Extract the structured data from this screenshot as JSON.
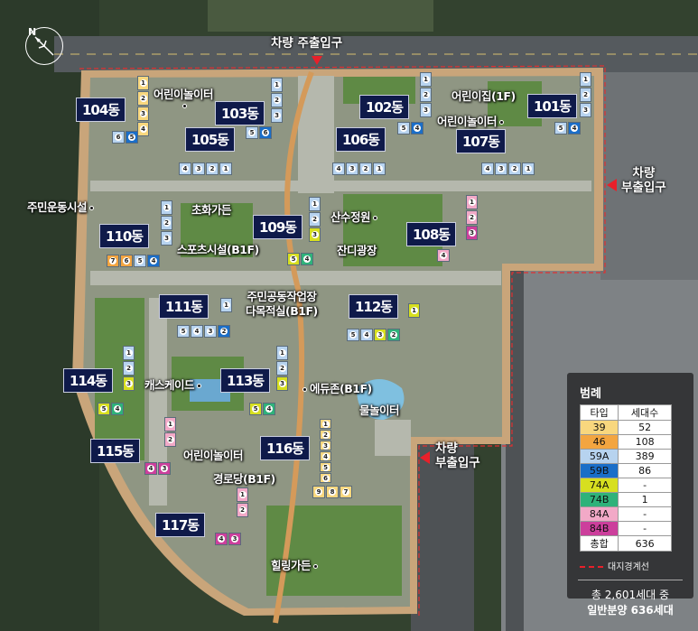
{
  "compass": {
    "label": "N"
  },
  "entrances": {
    "main": "차량 주출입구",
    "sub_east": [
      "차량",
      "부출입구"
    ],
    "sub_south": [
      "차량",
      "부출입구"
    ]
  },
  "type_colors": {
    "39": "#f8d77e",
    "46": "#f3a540",
    "59A": "#b7d3ef",
    "59B": "#1a6ec8",
    "74A": "#d7df1f",
    "74B": "#2fb27a",
    "84A": "#f2a9c7",
    "84B": "#cc3f9c"
  },
  "buildings": [
    {
      "id": "104",
      "label": "104동",
      "units": [
        [
          "1",
          "39"
        ],
        [
          "2",
          "39"
        ],
        [
          "3",
          "39"
        ],
        [
          "4",
          "39"
        ],
        [
          "6",
          "59A"
        ],
        [
          "5",
          "59B"
        ]
      ]
    },
    {
      "id": "103",
      "label": "103동",
      "units": [
        [
          "1",
          "59A"
        ],
        [
          "2",
          "59A"
        ],
        [
          "3",
          "59A"
        ],
        [
          "5",
          "59A"
        ],
        [
          "6",
          "59B"
        ]
      ]
    },
    {
      "id": "105",
      "label": "105동",
      "units": [
        [
          "4",
          "59A"
        ],
        [
          "3",
          "59A"
        ],
        [
          "2",
          "59A"
        ],
        [
          "1",
          "59A"
        ]
      ]
    },
    {
      "id": "102",
      "label": "102동",
      "units": [
        [
          "1",
          "59A"
        ],
        [
          "2",
          "59A"
        ],
        [
          "3",
          "59A"
        ],
        [
          "5",
          "59A"
        ],
        [
          "4",
          "59B"
        ]
      ]
    },
    {
      "id": "101",
      "label": "101동",
      "units": [
        [
          "1",
          "59A"
        ],
        [
          "2",
          "59A"
        ],
        [
          "3",
          "59A"
        ],
        [
          "5",
          "59A"
        ],
        [
          "4",
          "59B"
        ]
      ]
    },
    {
      "id": "106",
      "label": "106동",
      "units": [
        [
          "4",
          "59A"
        ],
        [
          "3",
          "59A"
        ],
        [
          "2",
          "59A"
        ],
        [
          "1",
          "59A"
        ]
      ]
    },
    {
      "id": "107",
      "label": "107동",
      "units": [
        [
          "4",
          "59A"
        ],
        [
          "3",
          "59A"
        ],
        [
          "2",
          "59A"
        ],
        [
          "1",
          "59A"
        ]
      ]
    },
    {
      "id": "110",
      "label": "110동",
      "units": [
        [
          "1",
          "59A"
        ],
        [
          "2",
          "59A"
        ],
        [
          "3",
          "59A"
        ],
        [
          "7",
          "46"
        ],
        [
          "6",
          "46"
        ],
        [
          "5",
          "59A"
        ],
        [
          "4",
          "59B"
        ]
      ]
    },
    {
      "id": "109",
      "label": "109동",
      "units": [
        [
          "1",
          "59A"
        ],
        [
          "2",
          "59A"
        ],
        [
          "3",
          "74A"
        ],
        [
          "5",
          "74A"
        ],
        [
          "4",
          "74B"
        ]
      ]
    },
    {
      "id": "108",
      "label": "108동",
      "units": [
        [
          "1",
          "84A"
        ],
        [
          "2",
          "84A"
        ],
        [
          "3",
          "84B"
        ],
        [
          "4",
          "84A"
        ]
      ]
    },
    {
      "id": "111",
      "label": "111동",
      "units": [
        [
          "1",
          "59A"
        ],
        [
          "5",
          "59A"
        ],
        [
          "4",
          "59A"
        ],
        [
          "3",
          "59A"
        ],
        [
          "2",
          "59B"
        ]
      ]
    },
    {
      "id": "112",
      "label": "112동",
      "units": [
        [
          "1",
          "74A"
        ],
        [
          "5",
          "59A"
        ],
        [
          "4",
          "59A"
        ],
        [
          "3",
          "74A"
        ],
        [
          "2",
          "74B"
        ]
      ]
    },
    {
      "id": "114",
      "label": "114동",
      "units": [
        [
          "1",
          "59A"
        ],
        [
          "2",
          "59A"
        ],
        [
          "3",
          "74A"
        ],
        [
          "5",
          "74A"
        ],
        [
          "4",
          "74B"
        ]
      ]
    },
    {
      "id": "113",
      "label": "113동",
      "units": [
        [
          "1",
          "59A"
        ],
        [
          "2",
          "59A"
        ],
        [
          "3",
          "74A"
        ],
        [
          "5",
          "74A"
        ],
        [
          "4",
          "74B"
        ]
      ]
    },
    {
      "id": "115",
      "label": "115동",
      "units": [
        [
          "1",
          "84A"
        ],
        [
          "2",
          "84A"
        ],
        [
          "4",
          "84B"
        ],
        [
          "3",
          "84B"
        ]
      ]
    },
    {
      "id": "116",
      "label": "116동",
      "units": [
        [
          "1",
          "39"
        ],
        [
          "2",
          "39"
        ],
        [
          "3",
          "39"
        ],
        [
          "4",
          "39"
        ],
        [
          "5",
          "39"
        ],
        [
          "6",
          "39"
        ],
        [
          "9",
          "39"
        ],
        [
          "8",
          "39"
        ],
        [
          "7",
          "39"
        ]
      ]
    },
    {
      "id": "117",
      "label": "117동",
      "units": [
        [
          "1",
          "84A"
        ],
        [
          "2",
          "84A"
        ],
        [
          "4",
          "84B"
        ],
        [
          "3",
          "84B"
        ]
      ]
    }
  ],
  "facilities": {
    "playground_north": "어린이놀이터",
    "daycare": "어린이집(1F)",
    "playground_east": "어린이놀이터",
    "fitness": "주민운동시설",
    "flower_garden": "초화가든",
    "sports": "스포츠시설(B1F)",
    "water_garden": "산수정원",
    "lawn_plaza": "잔디광장",
    "workshop": "주민공동작업장",
    "multipurpose": "다목적실(B1F)",
    "cascade": "캐스케이드",
    "eduzone": "에듀존(B1F)",
    "water_play": "물놀이터",
    "playground_south": "어린이놀이터",
    "senior_center": "경로당(B1F)",
    "healing_garden": "힐링가든"
  },
  "legend": {
    "title": "범례",
    "headers": [
      "타입",
      "세대수"
    ],
    "rows": [
      {
        "type": "39",
        "count": "52",
        "color": "#f8d77e"
      },
      {
        "type": "46",
        "count": "108",
        "color": "#f3a540"
      },
      {
        "type": "59A",
        "count": "389",
        "color": "#b7d3ef"
      },
      {
        "type": "59B",
        "count": "86",
        "color": "#1a6ec8"
      },
      {
        "type": "74A",
        "count": "-",
        "color": "#d7df1f"
      },
      {
        "type": "74B",
        "count": "1",
        "color": "#2fb27a"
      },
      {
        "type": "84A",
        "count": "-",
        "color": "#f2a9c7"
      },
      {
        "type": "84B",
        "count": "-",
        "color": "#cc3f9c"
      }
    ],
    "total_label": "총합",
    "total_count": "636",
    "boundary_label": "대지경계선",
    "summary_line1": "총 2,601세대 중",
    "summary_line2": "일반분양 636세대"
  }
}
